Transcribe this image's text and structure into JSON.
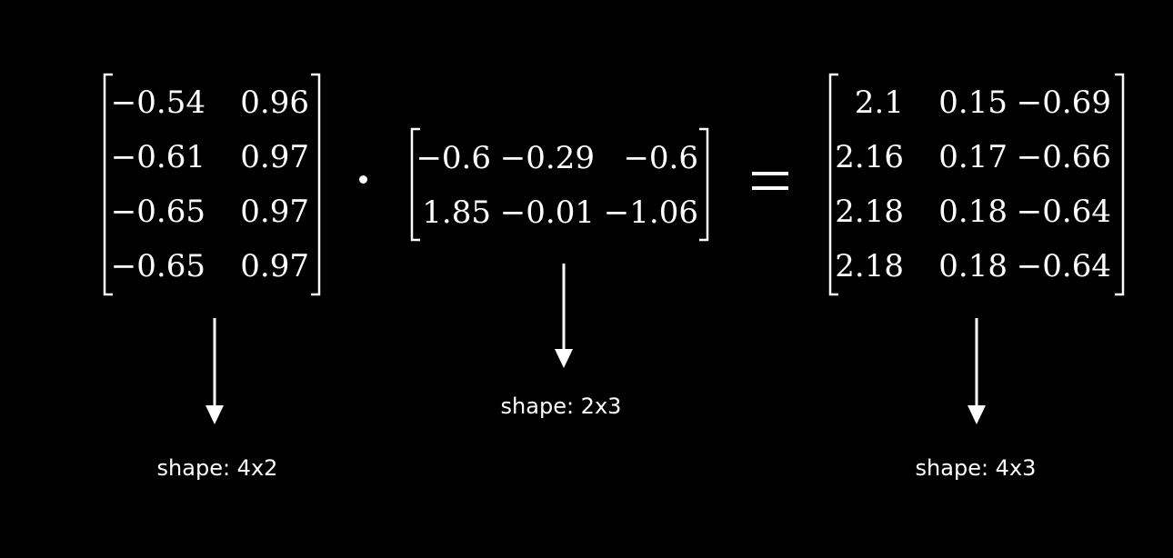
{
  "matrix_a": {
    "rows": [
      [
        "−0.54",
        "0.96"
      ],
      [
        "−0.61",
        "0.97"
      ],
      [
        "−0.65",
        "0.97"
      ],
      [
        "−0.65",
        "0.97"
      ]
    ],
    "shape_label": "shape: 4x2"
  },
  "operator_dot": "·",
  "matrix_b": {
    "rows": [
      [
        "−0.6",
        "−0.29",
        "−0.6"
      ],
      [
        "1.85",
        "−0.01",
        "−1.06"
      ]
    ],
    "shape_label": "shape: 2x3"
  },
  "operator_equals": "=",
  "matrix_c": {
    "rows": [
      [
        "2.1",
        "0.15",
        "−0.69"
      ],
      [
        "2.16",
        "0.17",
        "−0.66"
      ],
      [
        "2.18",
        "0.18",
        "−0.64"
      ],
      [
        "2.18",
        "0.18",
        "−0.64"
      ]
    ],
    "shape_label": "shape: 4x3"
  },
  "colors": {
    "background": "#000000",
    "foreground": "#ffffff"
  }
}
